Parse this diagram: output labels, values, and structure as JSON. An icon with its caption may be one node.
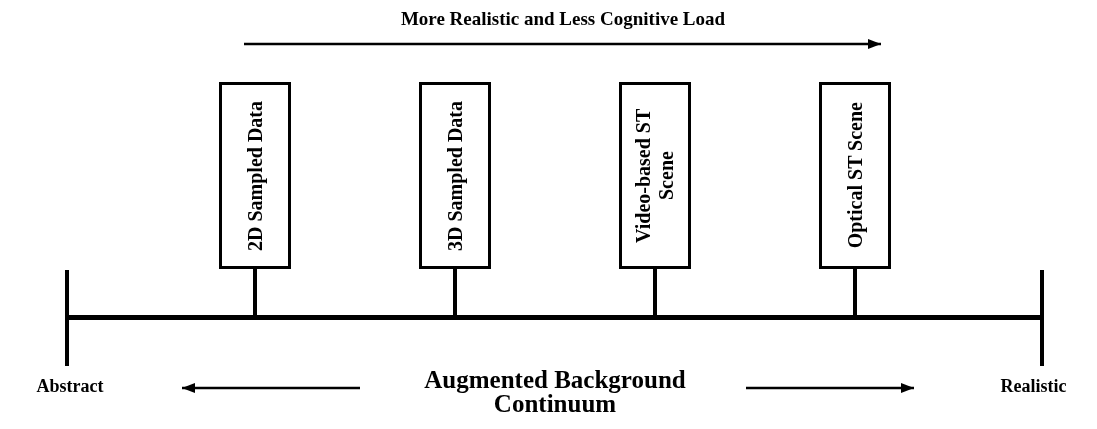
{
  "diagram": {
    "nodes": [
      {
        "text": [
          "2D Sampled Data"
        ]
      },
      {
        "text": [
          "3D Sampled Data"
        ]
      },
      {
        "text": [
          "Video-based ST Scene"
        ]
      },
      {
        "text": [
          "Optical ST Scene"
        ]
      },
      {
        "text": [],
        "shape": "bar"
      }
    ],
    "edges": [
      {
        "from": 0,
        "to": 4,
        "arrow": "none"
      },
      {
        "from": 1,
        "to": 4,
        "arrow": "none"
      },
      {
        "from": 2,
        "to": 4,
        "arrow": "none"
      },
      {
        "from": 3,
        "to": 4,
        "arrow": "none"
      }
    ],
    "labels": [
      "More Realistic and Less Cognitive Load",
      "Abstract",
      "Augmented Background Continuum",
      "Realistic"
    ]
  }
}
